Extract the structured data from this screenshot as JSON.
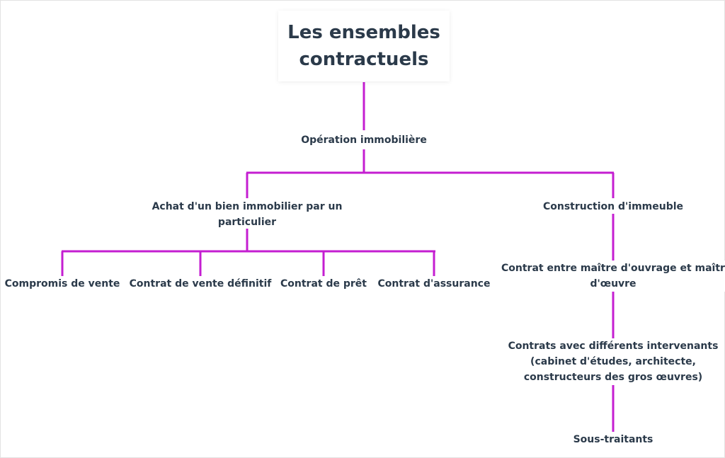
{
  "root": {
    "line1": "Les ensembles",
    "line2": "contractuels"
  },
  "operation": "Opération immobilière",
  "achat": {
    "line1": "Achat d'un bien immobilier par un",
    "line2": "particulier"
  },
  "construction": "Construction d'immeuble",
  "compromis": "Compromis de vente",
  "vente_definitif": "Contrat de vente définitif",
  "pret": "Contrat de prêt",
  "assurance": "Contrat d'assurance",
  "maitre": {
    "line1": "Contrat entre maître d'ouvrage et maître",
    "line2": "d'œuvre"
  },
  "intervenants": {
    "line1": "Contrats avec différents intervenants",
    "line2": "(cabinet d'études, architecte,",
    "line3": "constructeurs des gros œuvres)"
  },
  "sous_traitants": "Sous-traitants",
  "colors": {
    "connector": "#c41ed1",
    "text": "#2b3a4a"
  }
}
